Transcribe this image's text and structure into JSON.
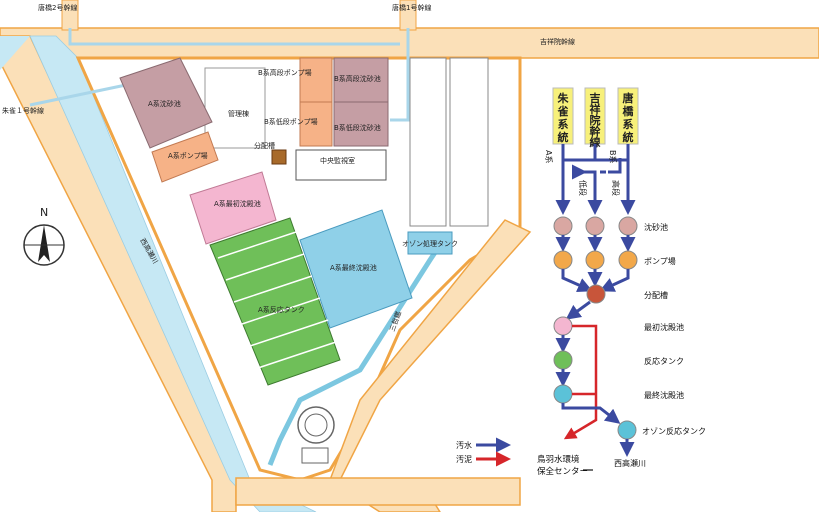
{
  "map": {
    "roads": {
      "karahashi2": "唐橋2号幹線",
      "karahashi1": "唐橋1号幹線",
      "kisshoin": "吉祥院幹線",
      "suzaku1": "朱雀１号幹線"
    },
    "rivers": {
      "nishitakase": "西高瀬川",
      "sanmon": "三哲鑑"
    },
    "compass": "N",
    "facilities": {
      "a_grit": "A系沈砂池",
      "a_pump": "A系ポンプ場",
      "admin": "管理棟",
      "b_high_pump": "B系高段ポンプ場",
      "b_high_grit": "B系高段沈砂池",
      "b_low_pump": "B系低段ポンプ場",
      "b_low_grit": "B系低段沈砂池",
      "distribution": "分配槽",
      "control": "中央監視室",
      "a_primary": "A系最初沈殿池",
      "a_reaction": "A系反応タンク",
      "a_final": "A系最終沈殿池",
      "ozone": "オゾン処理タンク"
    }
  },
  "flow": {
    "sources": [
      "朱雀系統",
      "吉祥院幹線",
      "唐橋系統"
    ],
    "branch_a": "A系",
    "branch_b": "B系",
    "low_stage": "低段",
    "high_stage": "高段",
    "stages": {
      "grit": "沈砂池",
      "pump": "ポンプ場",
      "distribution": "分配槽",
      "primary": "最初沈殿池",
      "reaction": "反応タンク",
      "final": "最終沈殿池",
      "ozone": "オゾン反応タンク"
    },
    "outlet": "西高瀬川",
    "sludge_dest_line1": "鳥羽水環境",
    "sludge_dest_line2": "保全センター",
    "legend": {
      "sewage": "汚水",
      "sludge": "汚泥"
    },
    "colors": {
      "sewage": "#3b4aa0",
      "sludge": "#d6262a",
      "grit": "#d9a7a2",
      "pump": "#f2a84a",
      "distribution": "#c8553a",
      "primary": "#f4b6d0",
      "reaction": "#6fbf59",
      "final": "#5bc2d8",
      "ozone": "#5bc2d8",
      "source_box": "#f7f07a"
    }
  }
}
